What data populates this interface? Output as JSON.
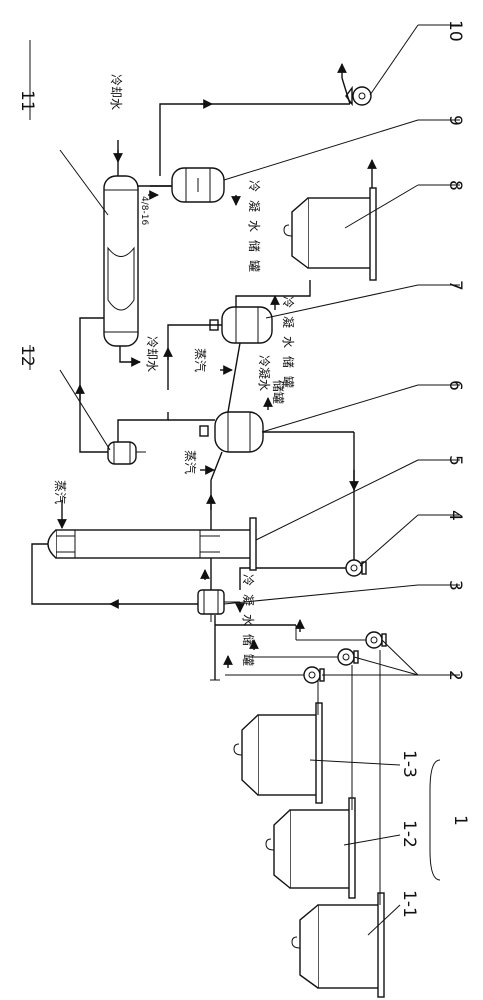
{
  "labels": {
    "n1": "1",
    "n1_1": "1-1",
    "n1_2": "1-2",
    "n1_3": "1-3",
    "n2": "2",
    "n3": "3",
    "n4": "4",
    "n5": "5",
    "n6": "6",
    "n7": "7",
    "n8": "8",
    "n9": "9",
    "n10": "10",
    "n11": "11",
    "n12": "12"
  },
  "annotations": {
    "cooling_water_top": "冷却水",
    "cooling_water_mid": "冷却水",
    "steam_5": "蒸汽",
    "steam_6": "蒸汽",
    "steam_7": "蒸汽",
    "condensate_3": "冷凝水储罐",
    "condensate_6_line1": "冷凝水",
    "condensate_6_line2": "储罐",
    "condensate_7": "冷凝水储罐",
    "condensate_9": "冷凝水储罐",
    "pipe_spec": "4/8-16"
  }
}
